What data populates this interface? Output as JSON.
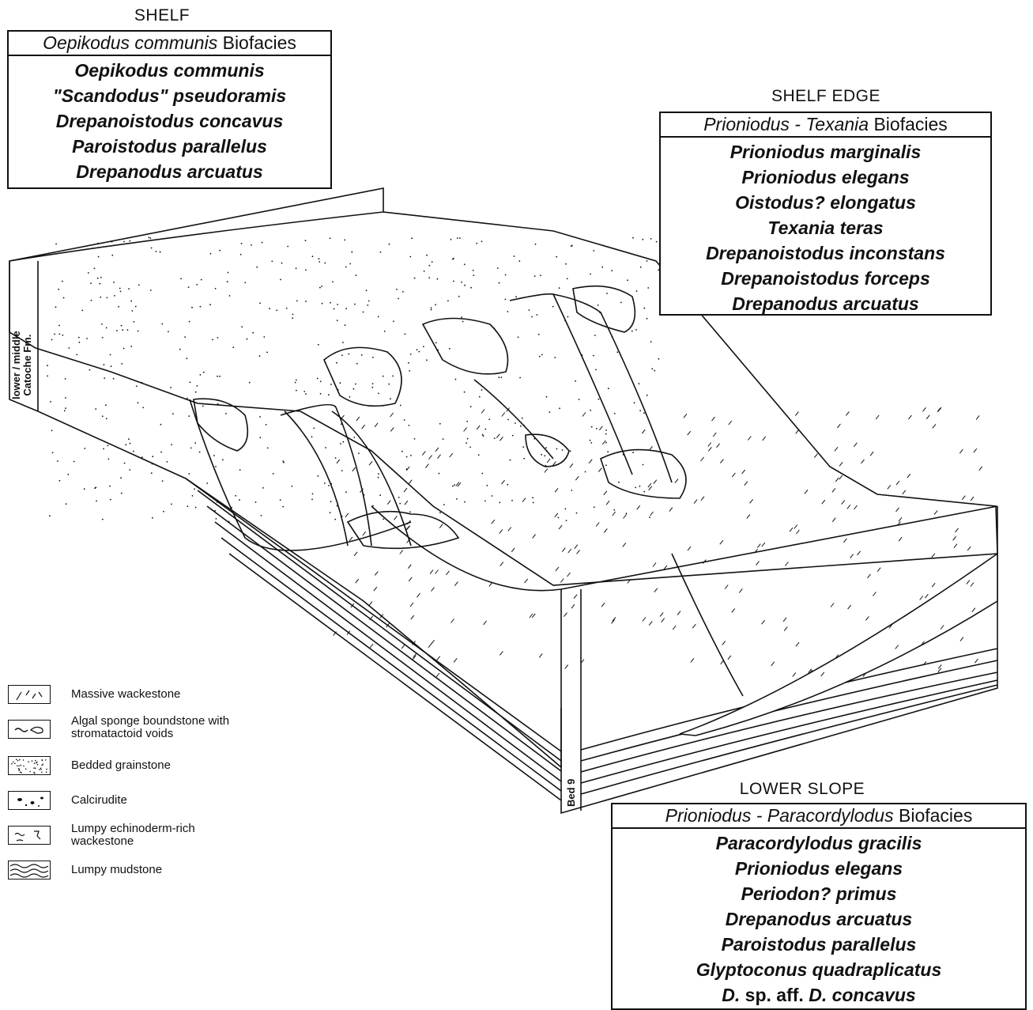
{
  "shelf": {
    "title": "SHELF",
    "biofacies_italic": "Oepikodus communis",
    "biofacies_suffix": " Biofacies",
    "species": [
      "Oepikodus communis",
      "\"Scandodus\" pseudoramis",
      "Drepanoistodus concavus",
      "Paroistodus parallelus",
      "Drepanodus arcuatus"
    ]
  },
  "shelf_edge": {
    "title": "SHELF EDGE",
    "biofacies_italic": "Prioniodus - Texania",
    "biofacies_suffix": " Biofacies",
    "species": [
      "Prioniodus marginalis",
      "Prioniodus elegans",
      "Oistodus? elongatus",
      "Texania teras",
      "Drepanoistodus inconstans",
      "Drepanoistodus forceps",
      "Drepanodus arcuatus"
    ]
  },
  "lower_slope": {
    "title": "LOWER SLOPE",
    "biofacies_italic": "Prioniodus - Paracordylodus",
    "biofacies_suffix": " Biofacies",
    "species": [
      "Paracordylodus gracilis",
      "Prioniodus elegans",
      "Periodon? primus",
      "Drepanodus arcuatus",
      "Paroistodus parallelus",
      "Glyptoconus quadraplicatus"
    ],
    "last_species": {
      "a": "D.",
      "b": " sp. aff. ",
      "c": "D. concavus"
    }
  },
  "side_labels": {
    "formation": "lower / middle\nCatoche Fm.",
    "bed": "Bed 9"
  },
  "legend": [
    {
      "icon": "massive-wackestone-swatch",
      "label": "Massive wackestone"
    },
    {
      "icon": "algal-sponge-boundstone-swatch",
      "label": "Algal sponge boundstone with\nstromatactoid voids"
    },
    {
      "icon": "bedded-grainstone-swatch",
      "label": "Bedded grainstone"
    },
    {
      "icon": "calcirudite-swatch",
      "label": "Calcirudite"
    },
    {
      "icon": "lumpy-echinoderm-wackestone-swatch",
      "label": "Lumpy echinoderm-rich\nwackestone"
    },
    {
      "icon": "lumpy-mudstone-swatch",
      "label": "Lumpy mudstone"
    }
  ]
}
